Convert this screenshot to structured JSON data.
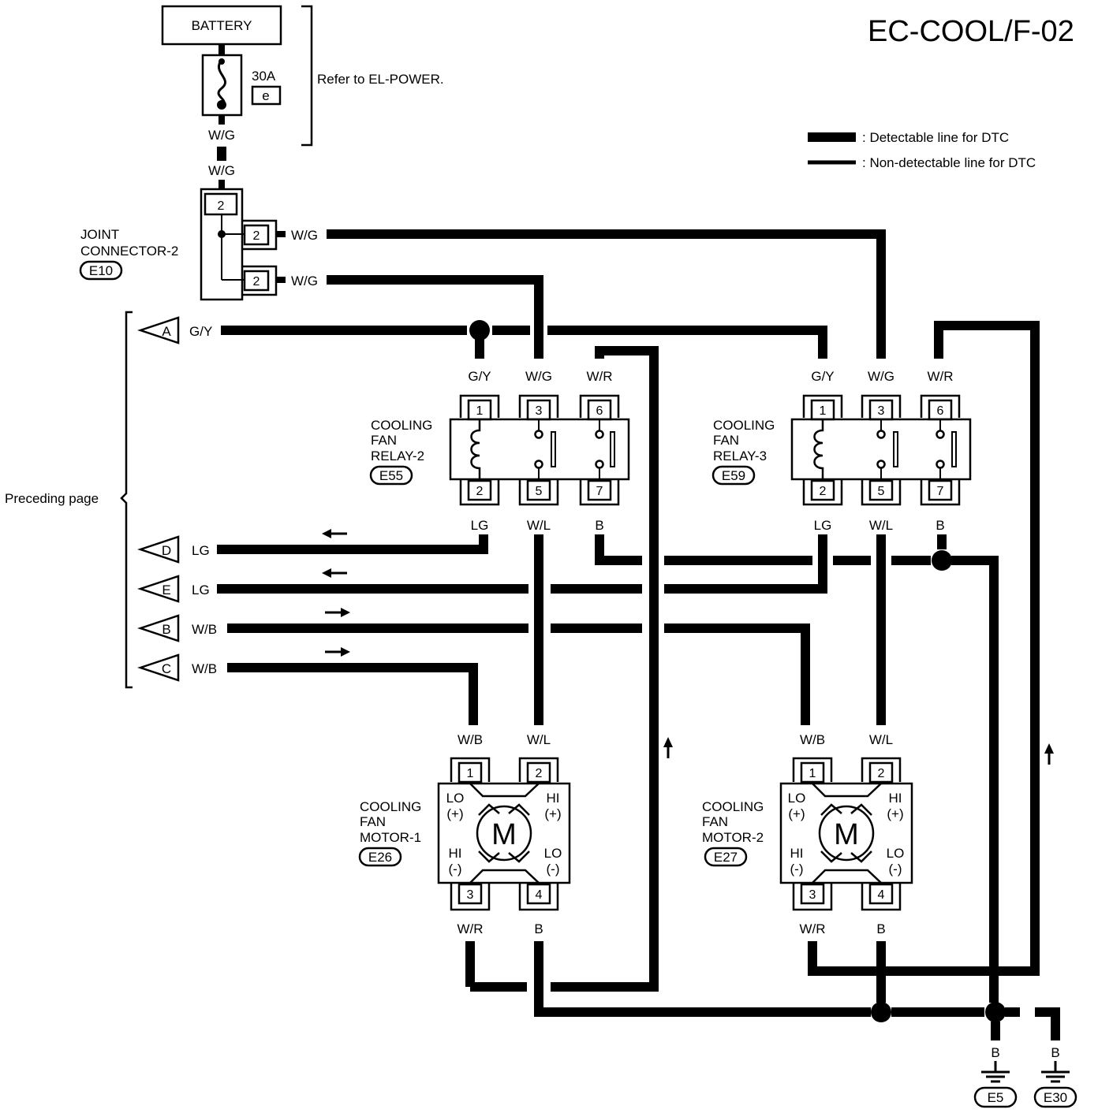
{
  "page_code": "EC-COOL/F-02",
  "legend": {
    "detectable": ": Detectable line for DTC",
    "non_detectable": ": Non-detectable line for DTC"
  },
  "battery": {
    "label": "BATTERY",
    "fuse_rating": "30A",
    "fuse_id": "e",
    "refer": "Refer to EL-POWER."
  },
  "joint_connector": {
    "line1": "JOINT",
    "line2": "CONNECTOR-2",
    "connector": "E10",
    "pin": "2"
  },
  "preceding_page": "Preceding page",
  "terminals": [
    {
      "id": "A",
      "wire": "G/Y"
    },
    {
      "id": "D",
      "wire": "LG"
    },
    {
      "id": "E",
      "wire": "LG"
    },
    {
      "id": "B",
      "wire": "W/B"
    },
    {
      "id": "C",
      "wire": "W/B"
    }
  ],
  "relays": [
    {
      "line1": "COOLING",
      "line2": "FAN",
      "line3": "RELAY-2",
      "connector": "E55",
      "top_pins": [
        "1",
        "3",
        "6"
      ],
      "bottom_pins": [
        "2",
        "5",
        "7"
      ],
      "top_wires": [
        "G/Y",
        "W/G",
        "W/R"
      ],
      "bottom_wires": [
        "LG",
        "W/L",
        "B"
      ]
    },
    {
      "line1": "COOLING",
      "line2": "FAN",
      "line3": "RELAY-3",
      "connector": "E59",
      "top_pins": [
        "1",
        "3",
        "6"
      ],
      "bottom_pins": [
        "2",
        "5",
        "7"
      ],
      "top_wires": [
        "G/Y",
        "W/G",
        "W/R"
      ],
      "bottom_wires": [
        "LG",
        "W/L",
        "B"
      ]
    }
  ],
  "motors": [
    {
      "line1": "COOLING",
      "line2": "FAN",
      "line3": "MOTOR-1",
      "connector": "E26",
      "top_pins": [
        "1",
        "2"
      ],
      "bottom_pins": [
        "3",
        "4"
      ],
      "top_wires": [
        "W/B",
        "W/L"
      ],
      "bottom_wires": [
        "W/R",
        "B"
      ],
      "lo_plus": [
        "LO",
        "(+)"
      ],
      "hi_plus": [
        "HI",
        "(+)"
      ],
      "hi_minus": [
        "HI",
        "(-)"
      ],
      "lo_minus": [
        "LO",
        "(-)"
      ],
      "symbol": "M"
    },
    {
      "line1": "COOLING",
      "line2": "FAN",
      "line3": "MOTOR-2",
      "connector": "E27",
      "top_pins": [
        "1",
        "2"
      ],
      "bottom_pins": [
        "3",
        "4"
      ],
      "top_wires": [
        "W/B",
        "W/L"
      ],
      "bottom_wires": [
        "W/R",
        "B"
      ],
      "lo_plus": [
        "LO",
        "(+)"
      ],
      "hi_plus": [
        "HI",
        "(+)"
      ],
      "hi_minus": [
        "HI",
        "(-)"
      ],
      "lo_minus": [
        "LO",
        "(-)"
      ],
      "symbol": "M"
    }
  ],
  "wire_labels": {
    "wg": "W/G",
    "b": "B"
  },
  "grounds": [
    {
      "wire": "B",
      "connector": "E5"
    },
    {
      "wire": "B",
      "connector": "E30"
    }
  ]
}
